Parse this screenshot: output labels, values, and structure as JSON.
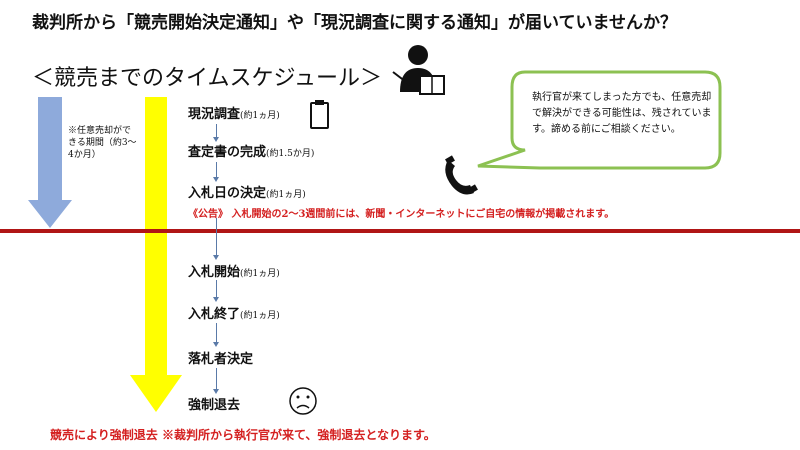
{
  "title": "裁判所から「競売開始決定通知」や「現況調査に関する通知」が届いていませんか？",
  "subtitle": "＜競売までのタイムスケジュール＞",
  "note": "※任意売却ができる期間（約3～4か月）",
  "steps": [
    {
      "label": "現況調査",
      "period": "(約1ヵ月)"
    },
    {
      "label": "査定書の完成",
      "period": "(約1.5か月)"
    },
    {
      "label": "入札日の決定",
      "period": "(約1ヵ月)"
    },
    {
      "label": "入札開始",
      "period": "(約1ヵ月)"
    },
    {
      "label": "入札終了",
      "period": "(約1ヵ月)"
    },
    {
      "label": "落札者決定",
      "period": ""
    },
    {
      "label": "強制退去",
      "period": ""
    }
  ],
  "notice": "《公告》 入札開始の2～3週間前には、新聞・インターネットにご自宅の情報が掲載されます。",
  "bubble": "執行官が来てしまった方でも、任意売却で解決ができる可能性は、残されています。諦める前にご相談ください。",
  "bottom": "競売により強制退去 ※裁判所から執行官が来て、強制退去となります。",
  "colors": {
    "blue_arrow": "#8eaadb",
    "yellow_arrow": "#ffff00",
    "red": "#d42020",
    "line": "#b01515",
    "bubble_border": "#8cc152"
  }
}
